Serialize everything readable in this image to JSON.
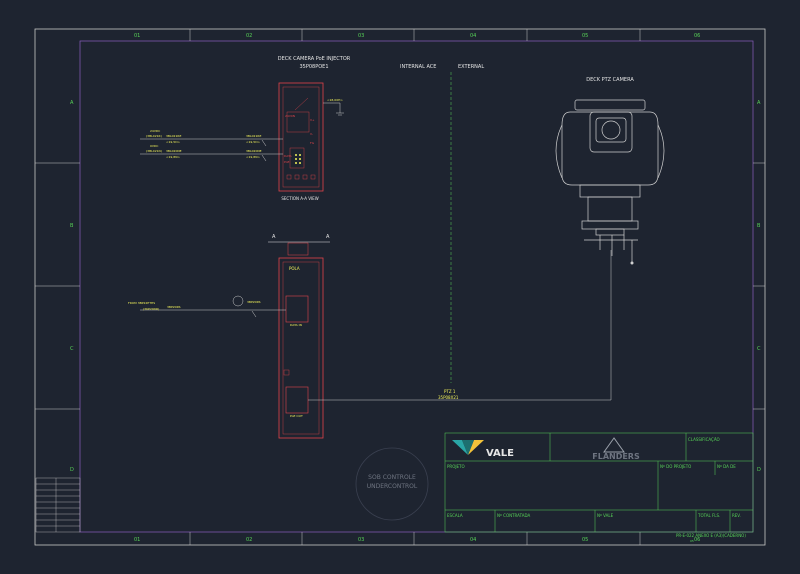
{
  "grid": {
    "columns": [
      "01",
      "02",
      "03",
      "04",
      "05",
      "06"
    ],
    "rows": [
      "A",
      "B",
      "C",
      "D"
    ]
  },
  "injector": {
    "title": "DECK CAMERA PoE INJECTOR",
    "tag": "35P08POE1",
    "section": "SECTION A-A VIEW",
    "wire_24v": {
      "label": "24VDC",
      "src": "(3BL021R)",
      "cable": "3BL021RE",
      "code": "<19,5D>"
    },
    "wire_0v": {
      "label": "0VDC",
      "src": "(3BL021N)",
      "cable": "3BL020NE",
      "code": "<19,8N>"
    },
    "ground_tag": "<18,00H>"
  },
  "zones": {
    "internal": "INTERNAL ACE",
    "external": "EXTERNAL"
  },
  "camera": {
    "title": "DECK PTZ CAMERA"
  },
  "switch": {
    "section_a": "A",
    "module": "POLA",
    "from_label": "FROM 3BP22ETHS",
    "from_sub": "(3KP20DR)",
    "cable": "3BP20RS",
    "node": "3BP20RS",
    "port_data": "DATA IN",
    "port_poe": "PoE OUT",
    "ptz_cable": "PTZ 1",
    "ptz_tag": "35P08X21"
  },
  "title_block": {
    "company": "VALE",
    "client": "FLANDERS",
    "classification": "CLASSIFICAÇÃO",
    "projeto": "PROJETO",
    "no_projeto": "Nº DO PROJETO",
    "no_de": "Nº DA DE",
    "escala": "ESCALA",
    "no_contratada": "Nº CONTRATADA",
    "no_vale": "Nº VALE",
    "total_fls": "TOTAL FLS.",
    "rev": "REV.",
    "doc_no": "PR-E-022 ANEXO E (A3)(CADERNO)",
    "doc_no_sub": "05"
  },
  "stamp": {
    "line1": "SOB CONTROLE",
    "line2": "UNDERCONTROL"
  }
}
